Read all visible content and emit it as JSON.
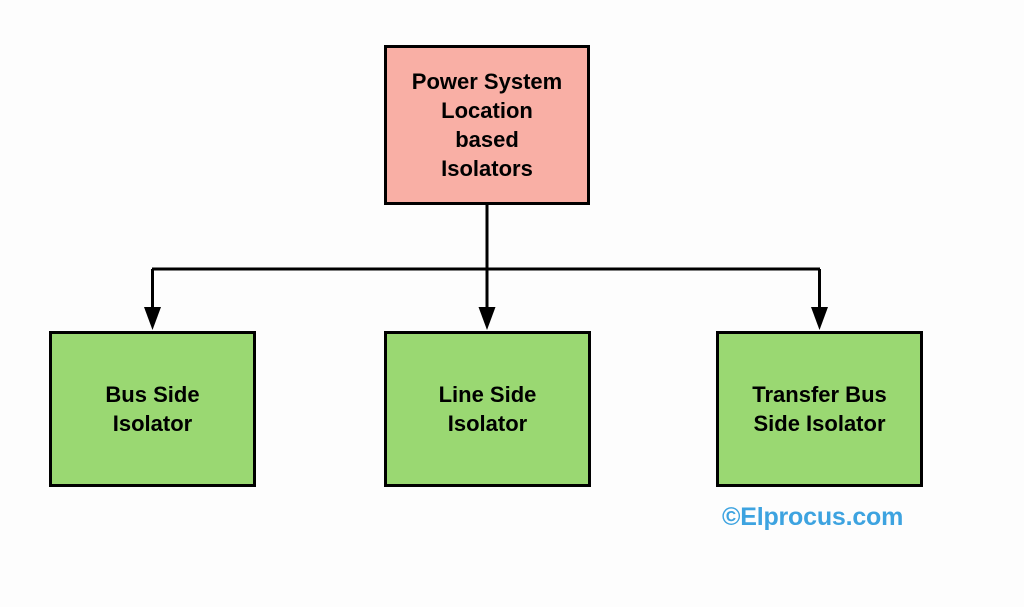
{
  "diagram": {
    "title": "Power System Location based Isolators",
    "background_color": "#FDFDFD",
    "root": {
      "label": "Power System\nLocation\nbased\nIsolators",
      "fill_color": "#F9AFA5",
      "border_color": "#000000"
    },
    "children": [
      {
        "label": "Bus Side\nIsolator",
        "fill_color": "#9AD872",
        "border_color": "#000000"
      },
      {
        "label": "Line Side\nIsolator",
        "fill_color": "#9AD872",
        "border_color": "#000000"
      },
      {
        "label": "Transfer Bus\nSide Isolator",
        "fill_color": "#9AD872",
        "border_color": "#000000"
      }
    ],
    "connector_color": "#000000"
  },
  "watermark": {
    "text": "©Elprocus.com",
    "color": "#3DA3E0"
  }
}
